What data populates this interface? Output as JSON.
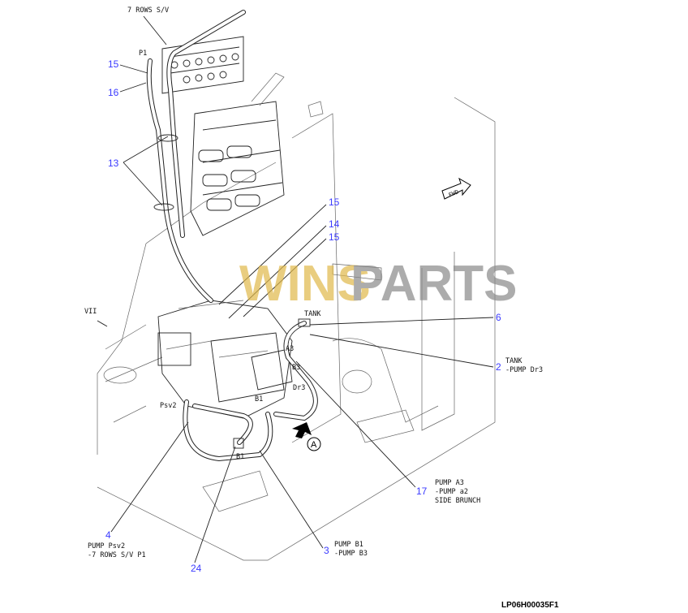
{
  "drawing_code": "LP06H00035F1",
  "watermark": "WINSPARTS",
  "view_marks": {
    "section": "VII",
    "arrow_view": "A",
    "forward": "FWD"
  },
  "port_labels": {
    "valve": "7 ROWS S/V",
    "p1": "P1",
    "tank": "TANK",
    "a3": "A3",
    "b3": "B3",
    "dr3": "Dr3",
    "psv2": "Psv2",
    "b1_pump": "B1",
    "b1": "B1"
  },
  "callouts": [
    {
      "num": "15",
      "desc": []
    },
    {
      "num": "16",
      "desc": []
    },
    {
      "num": "13",
      "desc": []
    },
    {
      "num": "15",
      "desc": []
    },
    {
      "num": "14",
      "desc": []
    },
    {
      "num": "15",
      "desc": []
    },
    {
      "num": "6",
      "desc": []
    },
    {
      "num": "2",
      "desc": [
        "TANK",
        "-PUMP Dr3"
      ]
    },
    {
      "num": "17",
      "desc": [
        "PUMP A3",
        "-PUMP a2",
        "SIDE BRUNCH"
      ]
    },
    {
      "num": "3",
      "desc": [
        "PUMP B1",
        "-PUMP B3"
      ]
    },
    {
      "num": "24",
      "desc": []
    },
    {
      "num": "4",
      "desc": [
        "PUMP Psv2",
        "-7 ROWS S/V P1"
      ]
    }
  ],
  "colors": {
    "callout": "#3b3bff",
    "watermark_gold": "#e0b84a",
    "watermark_gray": "#8a8a8a"
  }
}
